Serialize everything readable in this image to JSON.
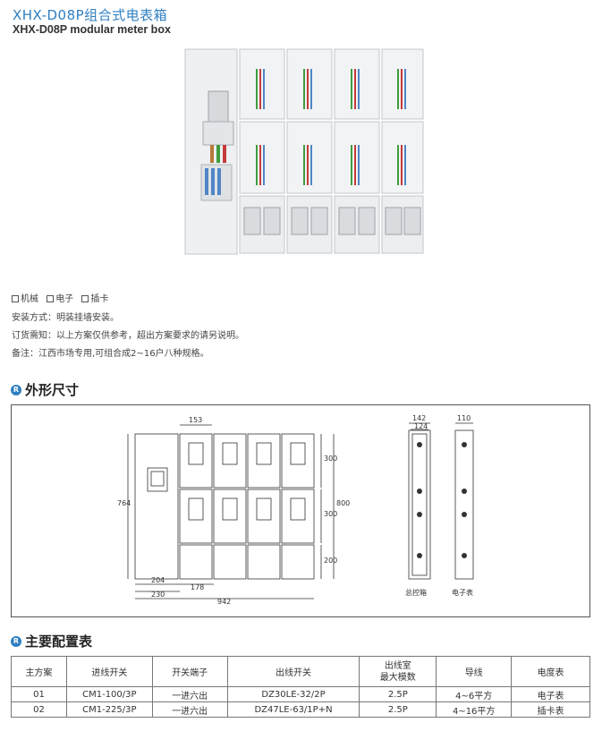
{
  "title": {
    "cn": "XHX-D08P组合式电表箱",
    "en": "XHX-D08P modular meter box"
  },
  "options": [
    "机械",
    "电子",
    "插卡"
  ],
  "info": {
    "install": "安装方式：明装挂墙安装。",
    "order": "订货需知：以上方案仅供参考，超出方案要求的请另说明。",
    "remark": "备注：江西市场专用,可组合成2~16户八种规格。"
  },
  "sections": {
    "dimensions": "外形尺寸",
    "config": "主要配置表",
    "badge": "R"
  },
  "drawing": {
    "dim_153": "153",
    "dim_300_top": "300",
    "dim_300_mid": "300",
    "dim_200": "200",
    "dim_800": "800",
    "dim_764": "764",
    "dim_204": "204",
    "dim_178": "178",
    "dim_230": "230",
    "dim_942": "942",
    "dim_142": "142",
    "dim_124": "124",
    "dim_110": "110",
    "label_main": "总控箱",
    "label_meter": "电子表"
  },
  "table": {
    "headers": [
      "主方案",
      "进线开关",
      "开关端子",
      "出线开关",
      "出线室\n最大模数",
      "导线",
      "电度表"
    ],
    "rows": [
      [
        "01",
        "CM1-100/3P",
        "一进六出",
        "DZ30LE-32/2P",
        "2.5P",
        "4~6平方",
        "电子表"
      ],
      [
        "02",
        "CM1-225/3P",
        "一进六出",
        "DZ47LE-63/1P+N",
        "2.5P",
        "4~16平方",
        "插卡表"
      ]
    ]
  }
}
